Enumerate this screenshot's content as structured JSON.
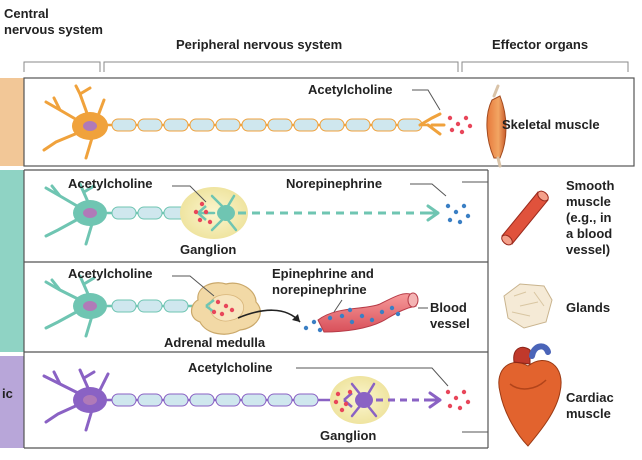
{
  "header": {
    "cns_line1": "Central",
    "cns_line2": "nervous system",
    "pns": "Peripheral nervous system",
    "effector": "Effector organs"
  },
  "left_tabs": {
    "somatic_color": "#f2c797",
    "sympathetic_color": "#8fd3c4",
    "parasympathetic_color": "#b8a6d9",
    "parasympathetic_fragment": "ic"
  },
  "somatic": {
    "neurotransmitter": "Acetylcholine",
    "organ": "Skeletal muscle",
    "neuron_color": "#f0a23c"
  },
  "sympathetic": {
    "preganglionic_nt": "Acetylcholine",
    "postganglionic_nt": "Norepinephrine",
    "ganglion": "Ganglion",
    "neuron_color": "#6fc5b2"
  },
  "adrenal": {
    "neurotransmitter": "Acetylcholine",
    "hormones_line1": "Epinephrine and",
    "hormones_line2": "norepinephrine",
    "gland": "Adrenal medulla",
    "blood_line1": "Blood",
    "blood_line2": "vessel"
  },
  "parasympathetic": {
    "neurotransmitter": "Acetylcholine",
    "ganglion": "Ganglion",
    "neuron_color": "#8a62c4"
  },
  "organs": {
    "smooth": [
      "Smooth",
      "muscle",
      "(e.g., in",
      "a blood",
      "vessel)"
    ],
    "glands": "Glands",
    "cardiac": [
      "Cardiac",
      "muscle"
    ]
  },
  "colors": {
    "acetylcholine_dots": "#e8465a",
    "norepinephrine_dots": "#3a7fc4",
    "myelin": "#cfe7ee",
    "ganglion_halo": "#f5efb8"
  }
}
